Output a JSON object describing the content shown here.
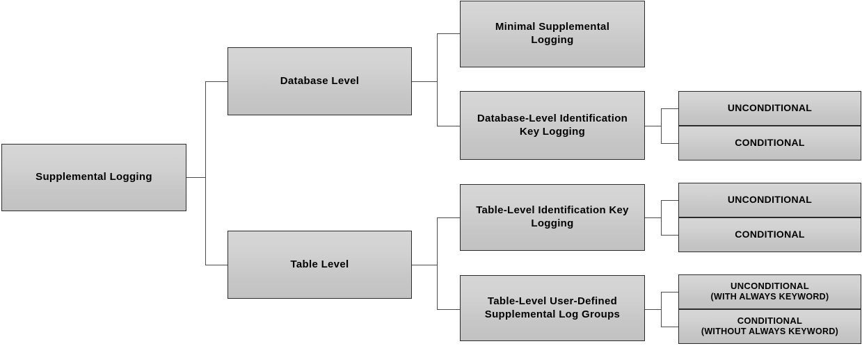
{
  "diagram": {
    "title": "Supplemental Logging",
    "type": "hierarchy-tree",
    "orientation": "left-to-right",
    "colors": {
      "node_fill_top": "#d6d6d6",
      "node_fill_bottom": "#c2c2c2",
      "node_border": "#2b2b2b",
      "connector": "#4a4a4a",
      "text": "#000000",
      "background": "#ffffff"
    },
    "nodes": {
      "root": {
        "label": "Supplemental Logging"
      },
      "level2": [
        {
          "label": "Database Level"
        },
        {
          "label": "Table Level"
        }
      ],
      "level3": [
        {
          "label": "Minimal Supplemental\nLogging"
        },
        {
          "label": "Database-Level Identification\nKey Logging"
        },
        {
          "label": "Table-Level Identification Key\nLogging"
        },
        {
          "label": "Table-Level User-Defined\nSupplemental Log Groups"
        }
      ],
      "level4": {
        "db_identification_key": [
          {
            "label": "UNCONDITIONAL",
            "sub": ""
          },
          {
            "label": "CONDITIONAL",
            "sub": ""
          }
        ],
        "table_identification_key": [
          {
            "label": "UNCONDITIONAL",
            "sub": ""
          },
          {
            "label": "CONDITIONAL",
            "sub": ""
          }
        ],
        "table_user_defined_log_groups": [
          {
            "label": "UNCONDITIONAL",
            "sub": "(WITH ALWAYS KEYWORD)"
          },
          {
            "label": "CONDITIONAL",
            "sub": "(WITHOUT ALWAYS KEYWORD)"
          }
        ]
      }
    }
  }
}
